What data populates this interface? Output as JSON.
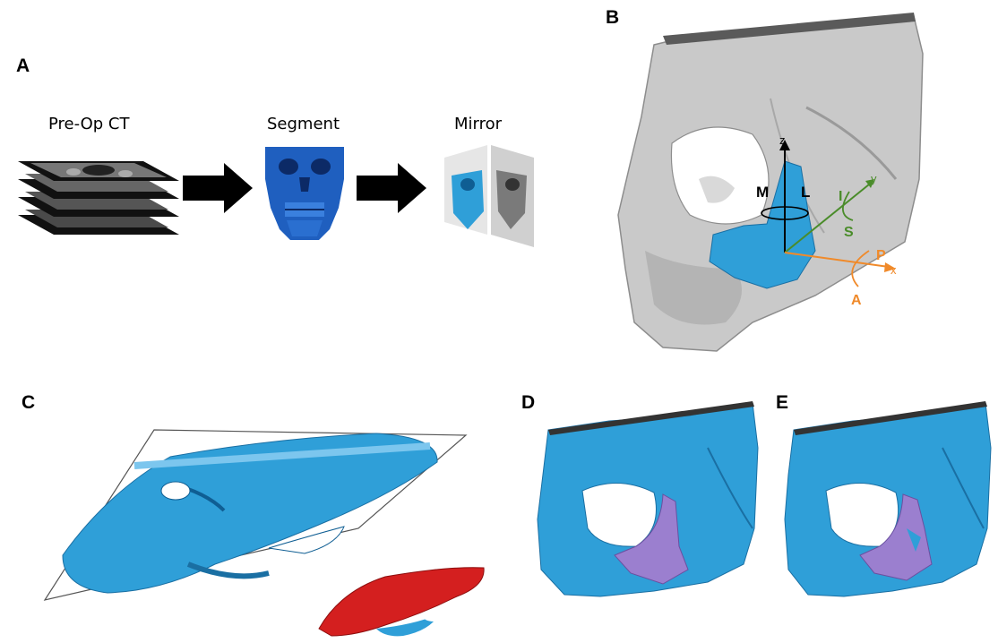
{
  "panels": {
    "a": {
      "letter": "A",
      "steps": [
        "Pre-Op CT",
        "Segment",
        "Mirror"
      ]
    },
    "b": {
      "letter": "B",
      "axes": {
        "z": "z",
        "y": "y",
        "x": "x"
      },
      "rotations": {
        "medial": "M",
        "lateral": "L",
        "inferior": "I",
        "superior": "S",
        "posterior": "P",
        "anterior": "A"
      }
    },
    "c": {
      "letter": "C"
    },
    "d": {
      "letter": "D"
    },
    "e": {
      "letter": "E"
    }
  },
  "colors": {
    "bone_blue": "#2f9fd8",
    "bone_gray": "#c9c9c9",
    "implant_purple": "#9b7fcf",
    "mirror_red": "#d41f1f",
    "axis_green": "#4a8c2a",
    "axis_orange": "#f08a2a"
  },
  "icons": [
    "ct-slice-stack",
    "arrow-right",
    "skull-3d",
    "mirror-skull",
    "skull-gray-3d",
    "orbital-floor-implant",
    "axial-plane",
    "red-overlay"
  ]
}
